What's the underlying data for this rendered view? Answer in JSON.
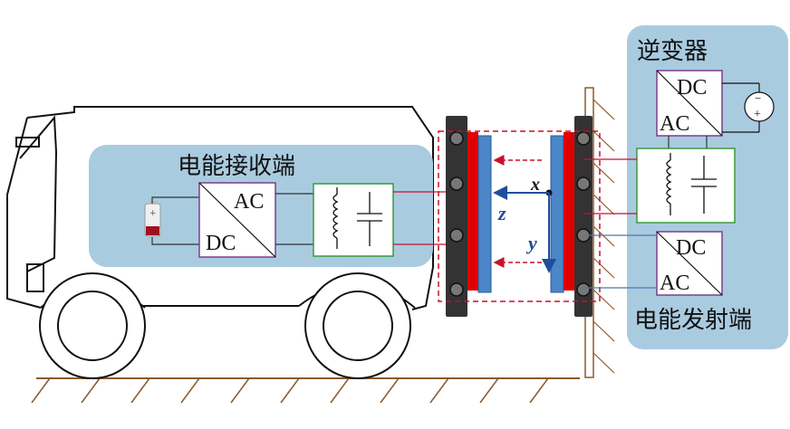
{
  "labels": {
    "receiver_title": "电能接收端",
    "transmitter_title": "电能发射端",
    "inverter_title": "逆变器",
    "rect_ac": "AC",
    "rect_dc": "DC",
    "inv_dc": "DC",
    "inv_ac": "AC",
    "tx_conv_dc": "DC",
    "tx_conv_ac": "AC",
    "axis_x": "x",
    "axis_y": "y",
    "axis_z": "z",
    "source_plus": "+",
    "source_minus": "−",
    "battery_plus": "+"
  },
  "colors": {
    "panel_fill": "#a9cbe0",
    "converter_border": "#7b3f8c",
    "filter_border": "#3a9a3a",
    "wire_red": "#c8102e",
    "wire_blue": "#4a7aa8",
    "coil_red": "#e00000",
    "plate_blue": "#4a86c8",
    "core_dark": "#333333",
    "axis_blue": "#1f4e9c"
  }
}
